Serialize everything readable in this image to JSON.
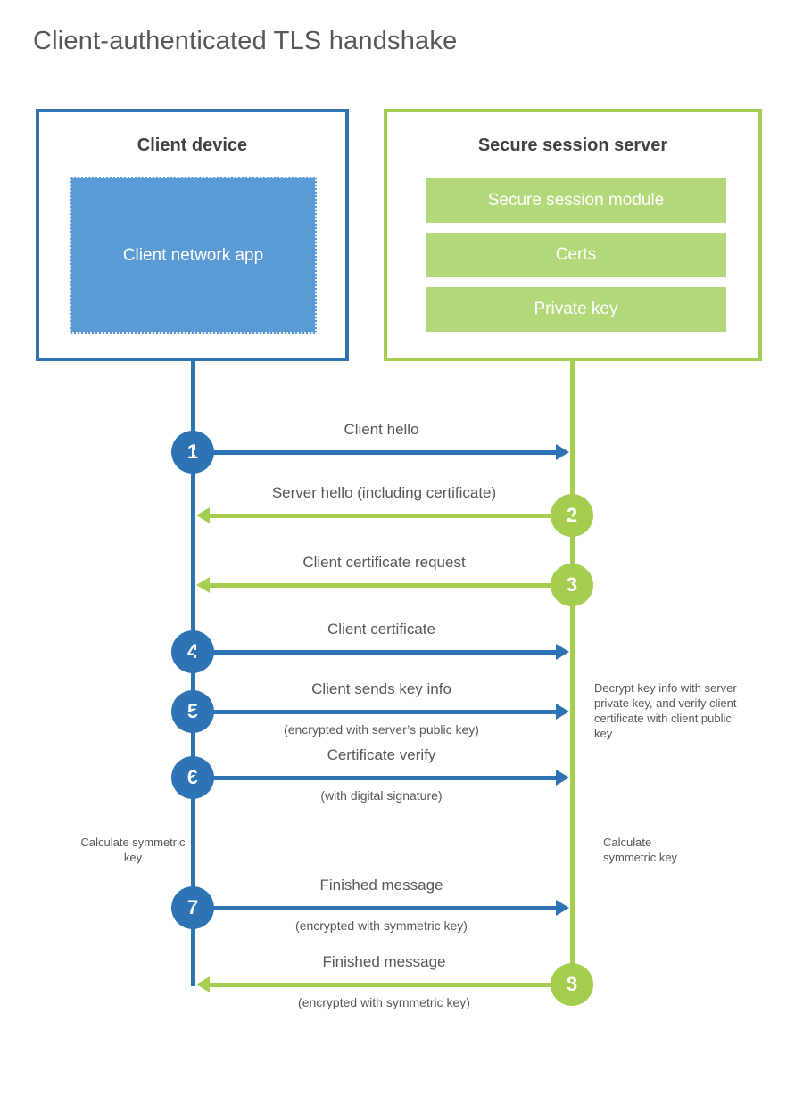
{
  "title": "Client-authenticated TLS handshake",
  "colors": {
    "blue": "#2e74b5",
    "blue_fill": "#5b9bd5",
    "green": "#a5cd50",
    "green_fill": "#b2d87a",
    "text_dark": "#3f4143",
    "text": "#56575b"
  },
  "client_box": {
    "title": "Client device",
    "app_label": "Client network app"
  },
  "server_box": {
    "title": "Secure session server",
    "modules": [
      "Secure session module",
      "Certs",
      "Private key"
    ]
  },
  "steps": [
    {
      "num": "1",
      "direction": "right",
      "label": "Client hello"
    },
    {
      "num": "2",
      "direction": "left",
      "label": "Server hello (including certificate)"
    },
    {
      "num": "3",
      "direction": "left",
      "label": "Client certificate request"
    },
    {
      "num": "4",
      "direction": "right",
      "label": "Client certificate"
    },
    {
      "num": "5",
      "direction": "right",
      "label": "Client sends key info",
      "sub": "(encrypted with server’s public key)"
    },
    {
      "num": "6",
      "direction": "right",
      "label": "Certificate verify",
      "sub": "(with digital signature)"
    },
    {
      "num": "7",
      "direction": "right",
      "label": "Finished message",
      "sub": "(encrypted with symmetric key)"
    },
    {
      "num": "8",
      "direction": "left",
      "label": "Finished message",
      "sub": "(encrypted with symmetric key)"
    }
  ],
  "annotations": {
    "server_note": "Decrypt key info with server private key, and verify client certificate with client public key",
    "client_calc": "Calculate symmetric key",
    "server_calc": "Calculate symmetric key"
  }
}
